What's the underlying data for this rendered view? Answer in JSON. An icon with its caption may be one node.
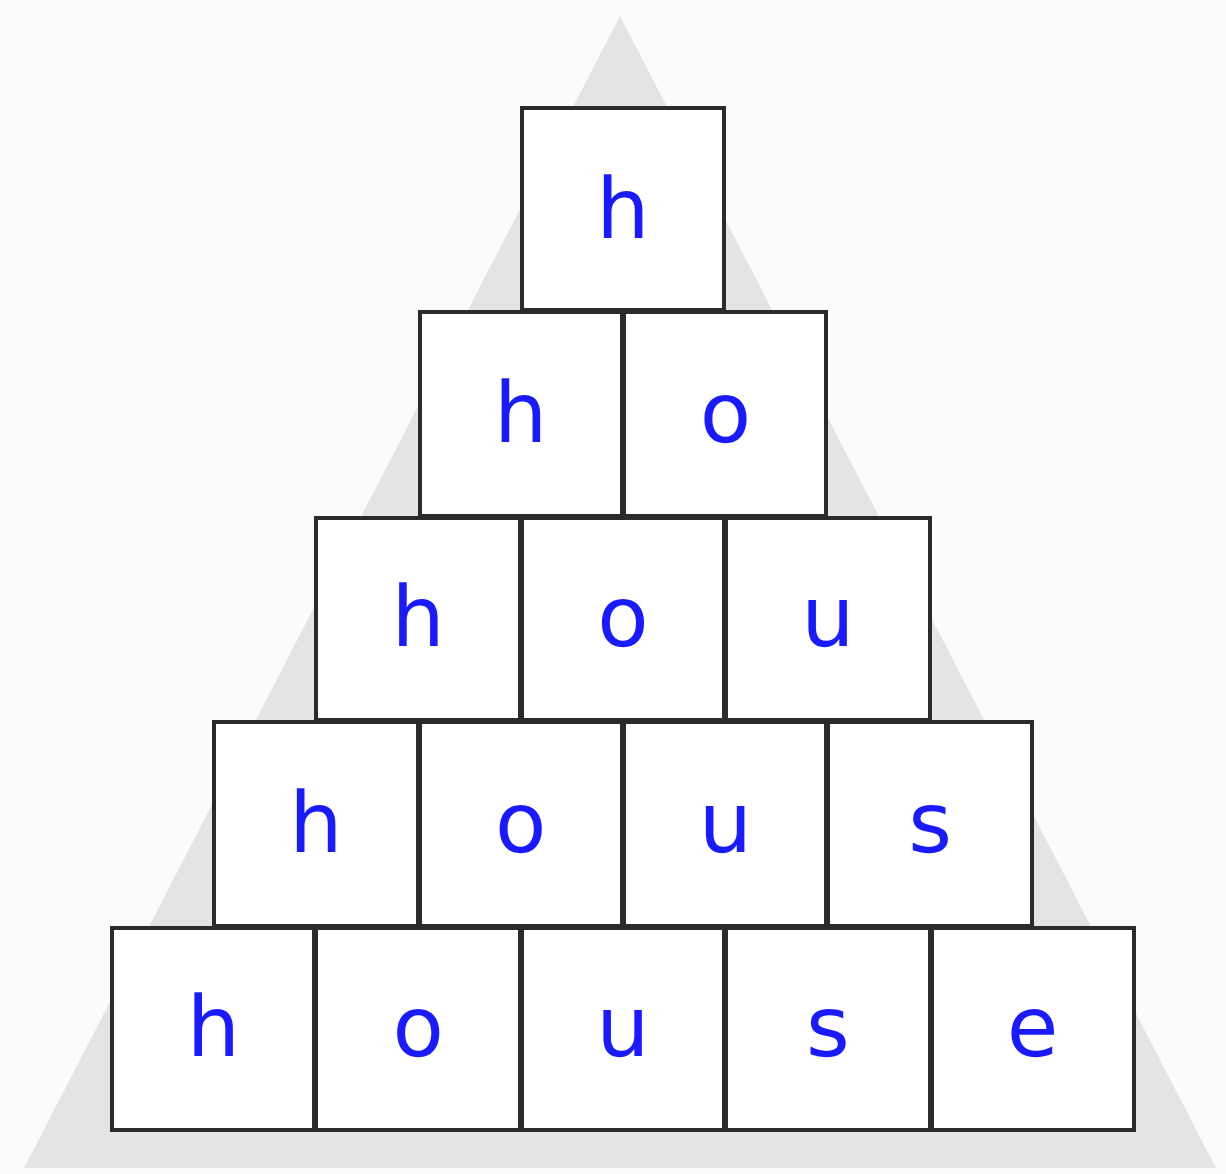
{
  "diagram": {
    "nodes": [
      {
        "text": [
          "h"
        ]
      },
      {
        "text": [
          "h"
        ]
      },
      {
        "text": [
          "o"
        ]
      },
      {
        "text": [
          "h"
        ]
      },
      {
        "text": [
          "o"
        ]
      },
      {
        "text": [
          "u"
        ]
      },
      {
        "text": [
          "h"
        ]
      },
      {
        "text": [
          "o"
        ]
      },
      {
        "text": [
          "u"
        ]
      },
      {
        "text": [
          "s"
        ]
      },
      {
        "text": [
          "h"
        ]
      },
      {
        "text": [
          "o"
        ]
      },
      {
        "text": [
          "u"
        ]
      },
      {
        "text": [
          "s"
        ]
      },
      {
        "text": [
          "e"
        ]
      }
    ]
  }
}
